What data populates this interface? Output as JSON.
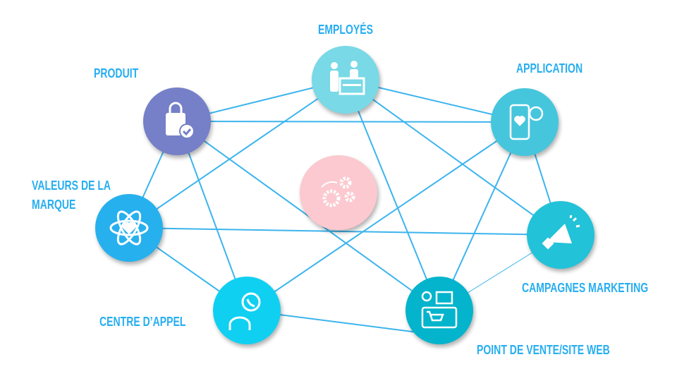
{
  "nodes": {
    "employes": {
      "label": "EMPLOYÉS",
      "icon": "employees-icon",
      "color": "#79d9e6"
    },
    "produit": {
      "label": "PRODUIT",
      "icon": "shopping-bag-check-icon",
      "color": "#7580c8"
    },
    "application": {
      "label": "APPLICATION",
      "icon": "mobile-app-icon",
      "color": "#46c6dc"
    },
    "valeurs": {
      "label_line1": "VALEURS DE LA",
      "label_line2": "MARQUE",
      "icon": "atom-heart-icon",
      "color": "#27b0ee"
    },
    "centre": {
      "icon": "gears-icon",
      "color": "#fbc9cf"
    },
    "campagnes": {
      "label": "CAMPAGNES MARKETING",
      "icon": "megaphone-icon",
      "color": "#22c2d8"
    },
    "appel": {
      "label": "CENTRE D’APPEL",
      "icon": "call-agent-icon",
      "color": "#10d0f2"
    },
    "vente": {
      "label": "POINT DE VENTE/SITE WEB",
      "icon": "store-cart-icon",
      "color": "#03b4cc"
    }
  },
  "edge_color": "#3cb4ee"
}
